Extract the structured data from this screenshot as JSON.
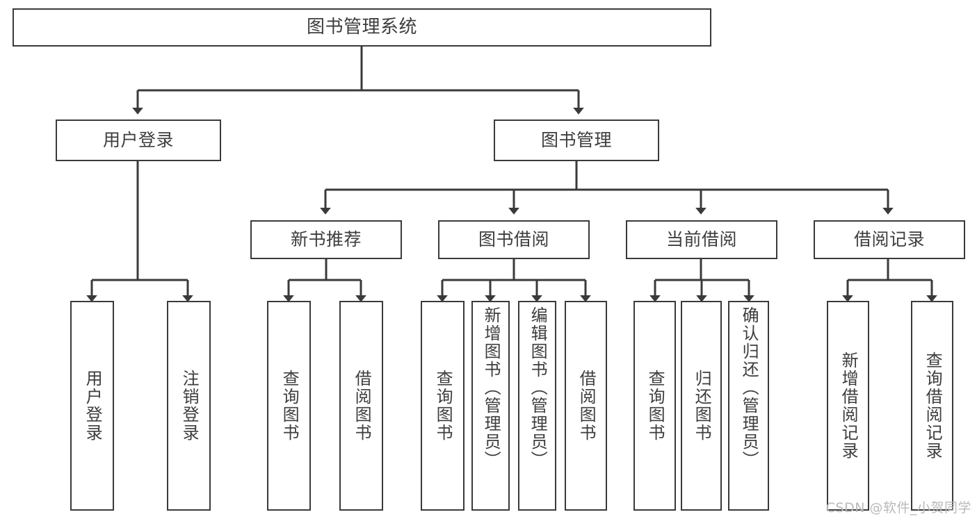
{
  "diagram": {
    "type": "tree-hierarchy-flowchart",
    "title": "图书管理系统",
    "line_color": "#3a3a3a",
    "box_fill": "#ffffff",
    "text_color": "#3d3d3d",
    "root": {
      "label": "图书管理系统"
    },
    "level2": [
      {
        "label": "用户登录"
      },
      {
        "label": "图书管理"
      }
    ],
    "level3": [
      {
        "label": "新书推荐"
      },
      {
        "label": "图书借阅"
      },
      {
        "label": "当前借阅"
      },
      {
        "label": "借阅记录"
      }
    ],
    "leaves": {
      "user_login": [
        {
          "label": "用户登录"
        },
        {
          "label": "注销登录"
        }
      ],
      "new_book": [
        {
          "label": "查询图书"
        },
        {
          "label": "借阅图书"
        }
      ],
      "book_borrow": [
        {
          "label": "查询图书"
        },
        {
          "label": "新增图书（管理员）"
        },
        {
          "label": "编辑图书（管理员）"
        },
        {
          "label": "借阅图书"
        }
      ],
      "current_borrow": [
        {
          "label": "查询图书"
        },
        {
          "label": "归还图书"
        },
        {
          "label": "确认归还（管理员）"
        }
      ],
      "borrow_record": [
        {
          "label": "新增借阅记录"
        },
        {
          "label": "查询借阅记录"
        }
      ]
    }
  },
  "watermark": {
    "text": "CSDN @软件_小贺同学"
  }
}
